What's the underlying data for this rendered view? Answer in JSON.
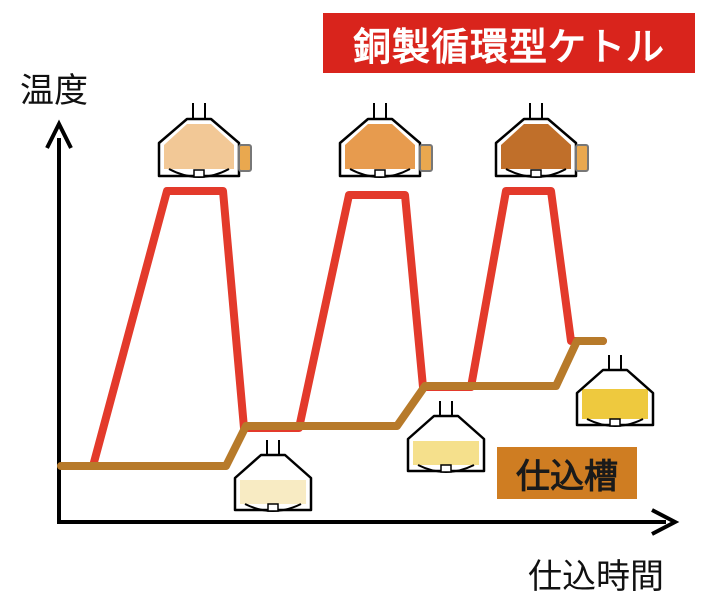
{
  "labels": {
    "kettle": "銅製循環型ケトル",
    "tun": "仕込槽",
    "y_axis": "温度",
    "x_axis": "仕込時間"
  },
  "colors": {
    "kettle_line": "#e33a2b",
    "tun_line": "#b77a2a",
    "axis": "#000000",
    "kettle_label_bg": "#d9241c",
    "tun_label_bg": "#cf7d22"
  },
  "kettles": [
    {
      "name": "kettle-1",
      "fill": "#f2c896"
    },
    {
      "name": "kettle-2",
      "fill": "#e79b4e"
    },
    {
      "name": "kettle-3",
      "fill": "#c06f2a"
    }
  ],
  "tuns": [
    {
      "name": "tun-1",
      "fill": "#f8ebc3"
    },
    {
      "name": "tun-2",
      "fill": "#f5e08c"
    },
    {
      "name": "tun-3",
      "fill": "#eec93e"
    }
  ]
}
